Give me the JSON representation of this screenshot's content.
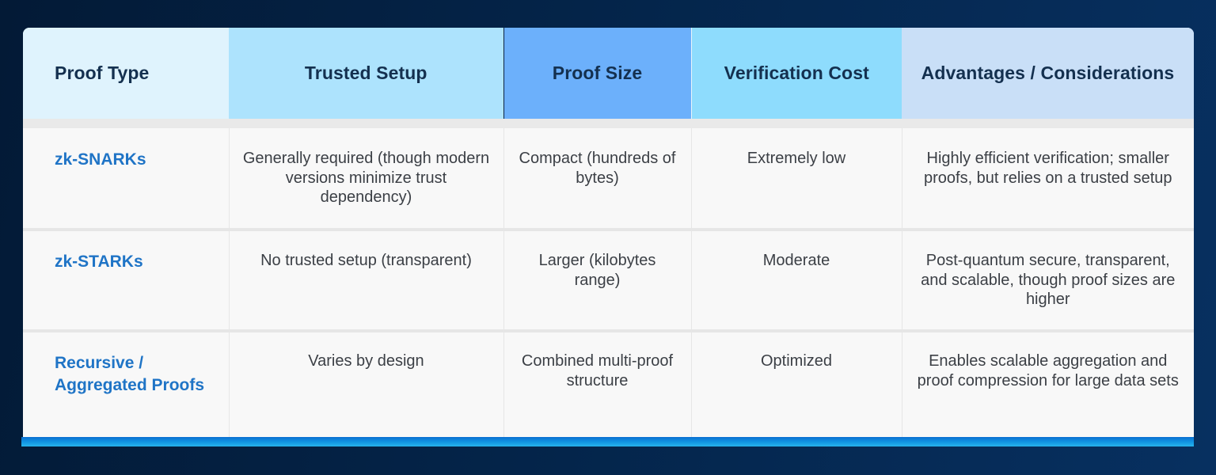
{
  "table": {
    "headers": [
      {
        "label": "Proof Type",
        "bg": "#dff3fd"
      },
      {
        "label": "Trusted Setup",
        "bg": "#ade3fd"
      },
      {
        "label": "Proof Size",
        "bg": "#6cb0fb"
      },
      {
        "label": "Verification Cost",
        "bg": "#8edcfd"
      },
      {
        "label": "Advantages / Considerations",
        "bg": "#c9dff7"
      }
    ],
    "rows": [
      {
        "proof_type": "zk-SNARKs",
        "trusted_setup": "Generally required (though modern versions minimize trust dependency)",
        "proof_size": "Compact (hundreds of bytes)",
        "verification_cost": "Extremely low",
        "advantages": "Highly efficient verification; smaller proofs, but relies on a trusted setup"
      },
      {
        "proof_type": "zk-STARKs",
        "trusted_setup": "No trusted setup (transparent)",
        "proof_size": "Larger (kilobytes range)",
        "verification_cost": "Moderate",
        "advantages": "Post-quantum secure, transparent, and scalable, though proof sizes are higher"
      },
      {
        "proof_type": "Recursive / Aggregated Proofs",
        "trusted_setup": "Varies by design",
        "proof_size": "Combined multi-proof structure",
        "verification_cost": "Optimized",
        "advantages": "Enables scalable aggregation and proof compression for large data sets"
      }
    ]
  },
  "colors": {
    "background": "#042449",
    "proof_type_text": "#1f74c6",
    "header_text": "#14304f",
    "body_text": "#3b3f45",
    "accent_bar": "#0f8fe0"
  }
}
